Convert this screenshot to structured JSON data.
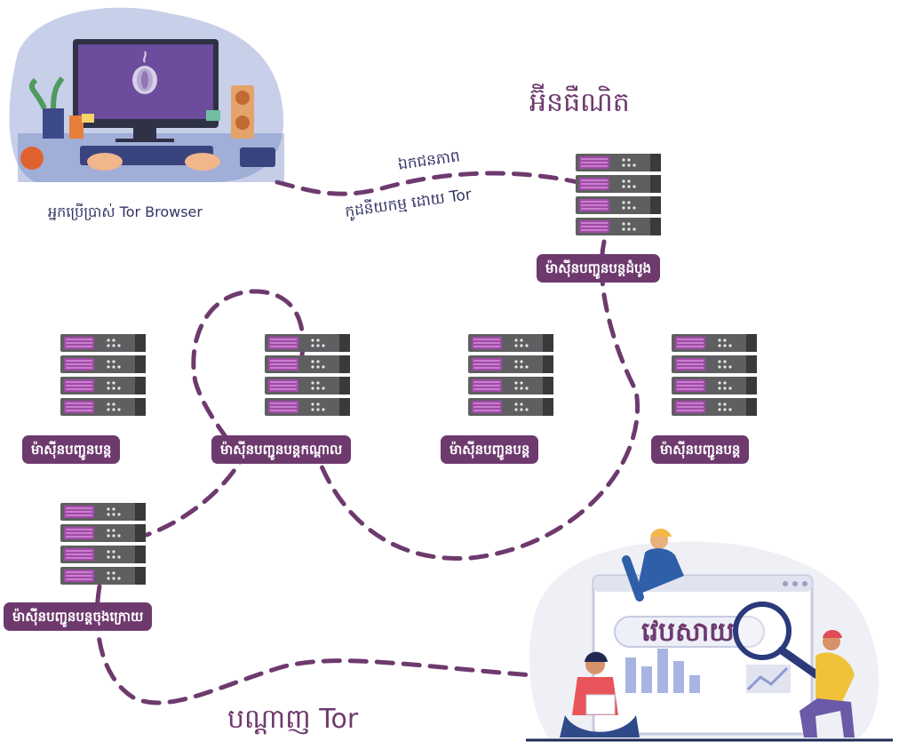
{
  "title_internet": "អ៊ីនធឺណិត",
  "user_caption": "អ្នកប្រើប្រាស់ Tor Browser",
  "encrypted_line1": "ឯកជនភាព",
  "encrypted_line2": "កូដនីយកម្ម ដោយ Tor",
  "network_label": "បណ្ដាញ Tor",
  "website_text": "វេបសាយ",
  "nodes": {
    "entry": "ម៉ាស៊ីនបញ្ជូនបន្តដំបូង",
    "relay_left": "ម៉ាស៊ីនបញ្ជូនបន្ត",
    "middle": "ម៉ាស៊ីនបញ្ជូនបន្តកណ្ដាល",
    "relay_center": "ម៉ាស៊ីនបញ្ជូនបន្ត",
    "relay_right": "ម៉ាស៊ីនបញ្ជូនបន្ត",
    "exit": "ម៉ាស៊ីនបញ្ជូនបន្តចុងក្រោយ"
  },
  "colors": {
    "primary": "#6e3a6e",
    "server_body": "#5a5a5a",
    "server_accent": "#a24aa8",
    "screen": "#6c4c9c"
  }
}
